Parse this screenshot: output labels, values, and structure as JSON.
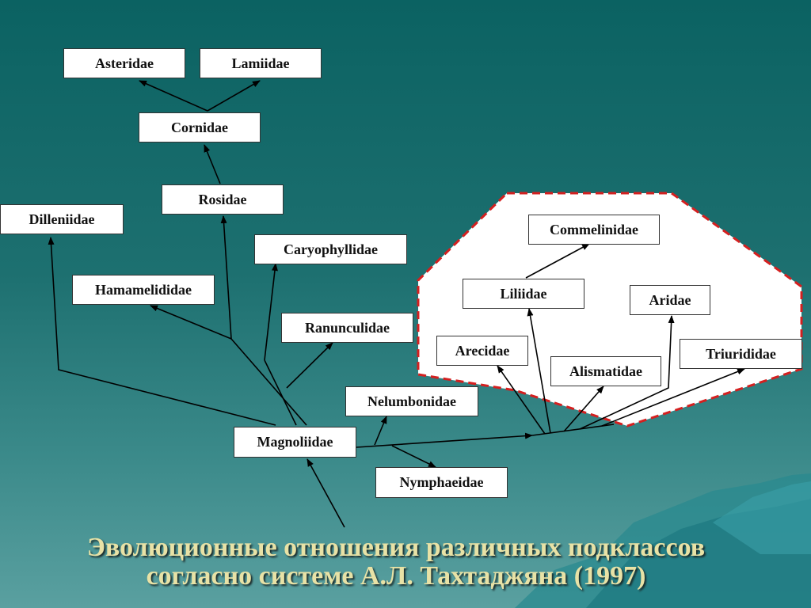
{
  "title_lines": [
    "Эволюционные отношения различных подклассов",
    "согласно системе А.Л. Тахтаджяна (1997)"
  ],
  "taxa": {
    "asteridae": "Asteridae",
    "lamiidae": "Lamiidae",
    "cornidae": "Cornidae",
    "rosidae": "Rosidae",
    "dilleniidae": "Dilleniidae",
    "caryophyllidae": "Caryophyllidae",
    "hamamelididae": "Hamamelididae",
    "ranunculidae": "Ranunculidae",
    "nelumbonidae": "Nelumbonidae",
    "magnoliidae": "Magnoliidae",
    "nymphaeidae": "Nymphaeidae",
    "commelinidae": "Commelinidae",
    "liliidae": "Liliidae",
    "aridae": "Aridae",
    "arecidae": "Arecidae",
    "triurididae": "Triurididae",
    "alismatidae": "Alismatidae"
  },
  "colors": {
    "monocot_region_fill": "#ffffff",
    "monocot_region_border": "#d42020",
    "line": "#000000",
    "caption_text": "#e8e2a6"
  }
}
